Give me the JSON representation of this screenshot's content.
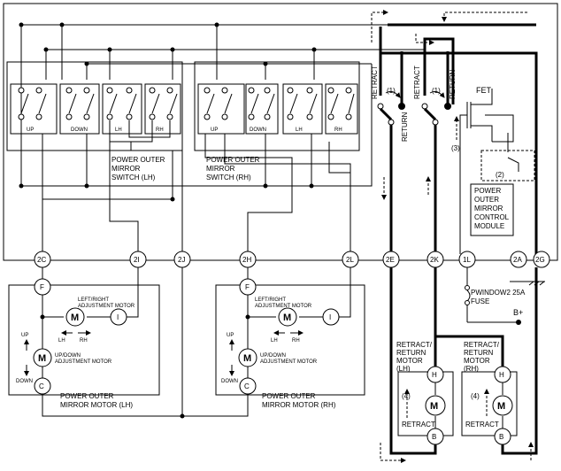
{
  "connectors": {
    "c2C": "2C",
    "c2I": "2I",
    "c2J": "2J",
    "c2H": "2H",
    "c2L": "2L",
    "c2E": "2E",
    "c2K": "2K",
    "c1L": "1L",
    "c2A": "2A",
    "c2G": "2G"
  },
  "switch_lh": {
    "up": "UP",
    "down": "DOWN",
    "lh": "LH",
    "rh": "RH",
    "title": [
      "POWER OUTER",
      "MIRROR",
      "SWITCH (LH)"
    ]
  },
  "switch_rh": {
    "up": "UP",
    "down": "DOWN",
    "lh": "LH",
    "rh": "RH",
    "title": [
      "POWER OUTER",
      "MIRROR",
      "SWITCH (RH)"
    ]
  },
  "motor_lh": {
    "f": "F",
    "i": "I",
    "c": "C",
    "m": "M",
    "lr_label": [
      "LEFT/RIGHT",
      "ADJUSTMENT MOTOR"
    ],
    "lh": "LH",
    "rh": "RH",
    "ud_label": [
      "UP/DOWN",
      "ADJUSTMENT MOTOR"
    ],
    "up": "UP",
    "down": "DOWN",
    "title": [
      "POWER OUTER",
      "MIRROR MOTOR (LH)"
    ]
  },
  "motor_rh": {
    "f": "F",
    "i": "I",
    "c": "C",
    "m": "M",
    "lr_label": [
      "LEFT/RIGHT",
      "ADJUSTMENT MOTOR"
    ],
    "lh": "LH",
    "rh": "RH",
    "ud_label": [
      "UP/DOWN",
      "ADJUSTMENT MOTOR"
    ],
    "up": "UP",
    "down": "DOWN",
    "title": [
      "POWER OUTER",
      "MIRROR MOTOR (RH)"
    ]
  },
  "control": {
    "retract": "RETRACT",
    "return": "RETURN",
    "n1": "(1)",
    "n2": "(2)",
    "n3": "(3)",
    "n4": "(4)",
    "fet": "FET",
    "module": [
      "POWER",
      "OUTER",
      "MIRROR",
      "CONTROL",
      "MODULE"
    ]
  },
  "fuse": {
    "name": "PWINDOW2 25A",
    "sub": "FUSE"
  },
  "bplus": "B+",
  "retract_lh": {
    "title": [
      "RETRACT/",
      "RETURN",
      "MOTOR",
      "(LH)"
    ],
    "h": "H",
    "m": "M",
    "b": "B",
    "n4": "(4)",
    "retract": "RETRACT"
  },
  "retract_rh": {
    "title": [
      "RETRACT/",
      "RETURN",
      "MOTOR",
      "(RH)"
    ],
    "h": "H",
    "m": "M",
    "b": "B",
    "n4": "(4)",
    "retract": "RETRACT"
  }
}
